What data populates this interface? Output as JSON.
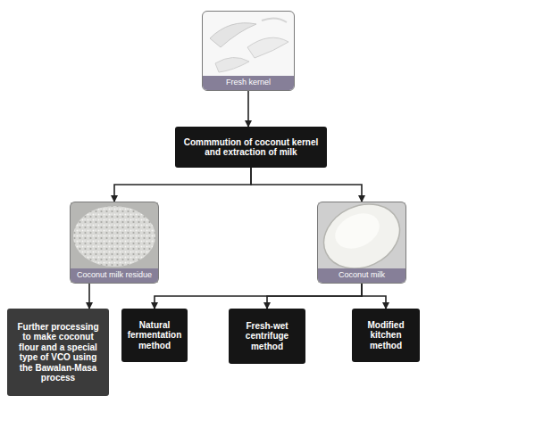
{
  "diagram": {
    "nodes": [
      {
        "text": [
          "Fresh kernel"
        ]
      },
      {
        "text": [
          "Commmution of coconut kernel and extraction of milk"
        ]
      },
      {
        "text": [
          "Coconut milk residue"
        ]
      },
      {
        "text": [
          "Coconut milk"
        ]
      },
      {
        "text": [
          "Further processing to make coconut flour and a special type of VCO using the Bawalan-Masa process"
        ]
      },
      {
        "text": [
          "Natural fermentation method"
        ]
      },
      {
        "text": [
          "Fresh-wet centrifuge method"
        ]
      },
      {
        "text": [
          "Modified kitchen method"
        ]
      }
    ],
    "edges": [
      {
        "from": 0,
        "to": 1,
        "arrow": "to"
      },
      {
        "from": 1,
        "to": 2,
        "arrow": "to"
      },
      {
        "from": 1,
        "to": 3,
        "arrow": "to"
      },
      {
        "from": 2,
        "to": 4,
        "arrow": "to"
      },
      {
        "from": 3,
        "to": 5,
        "arrow": "to"
      },
      {
        "from": 3,
        "to": 6,
        "arrow": "to"
      },
      {
        "from": 3,
        "to": 7,
        "arrow": "to"
      }
    ]
  }
}
